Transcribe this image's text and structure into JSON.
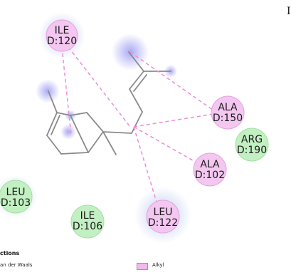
{
  "colors": {
    "alkyl_fill": "#f3c7f0",
    "alkyl_stroke": "#e3a3de",
    "vdw_fill": "#c2f0c2",
    "vdw_stroke": "#a3e0a3",
    "alkyl_line": "#f08ad8",
    "bond": "#8a8a8a",
    "glow": "#9b9bf2"
  },
  "residues": {
    "ile120": {
      "name": "ILE",
      "id": "D:120",
      "type": "alkyl"
    },
    "ala150": {
      "name": "ALA",
      "id": "D:150",
      "type": "alkyl"
    },
    "arg190": {
      "name": "ARG",
      "id": "D:190",
      "type": "vdw"
    },
    "ala102": {
      "name": "ALA",
      "id": "D:102",
      "type": "alkyl"
    },
    "leu103": {
      "name": "LEU",
      "id": "D:103",
      "type": "vdw"
    },
    "ile106": {
      "name": "ILE",
      "id": "D:106",
      "type": "vdw"
    },
    "leu122": {
      "name": "LEU",
      "id": "D:122",
      "type": "alkyl"
    }
  },
  "legend": {
    "title": "ctions",
    "vdw_label": "an der Waals",
    "alkyl_label": "Alkyl"
  },
  "corner_mark": "I"
}
